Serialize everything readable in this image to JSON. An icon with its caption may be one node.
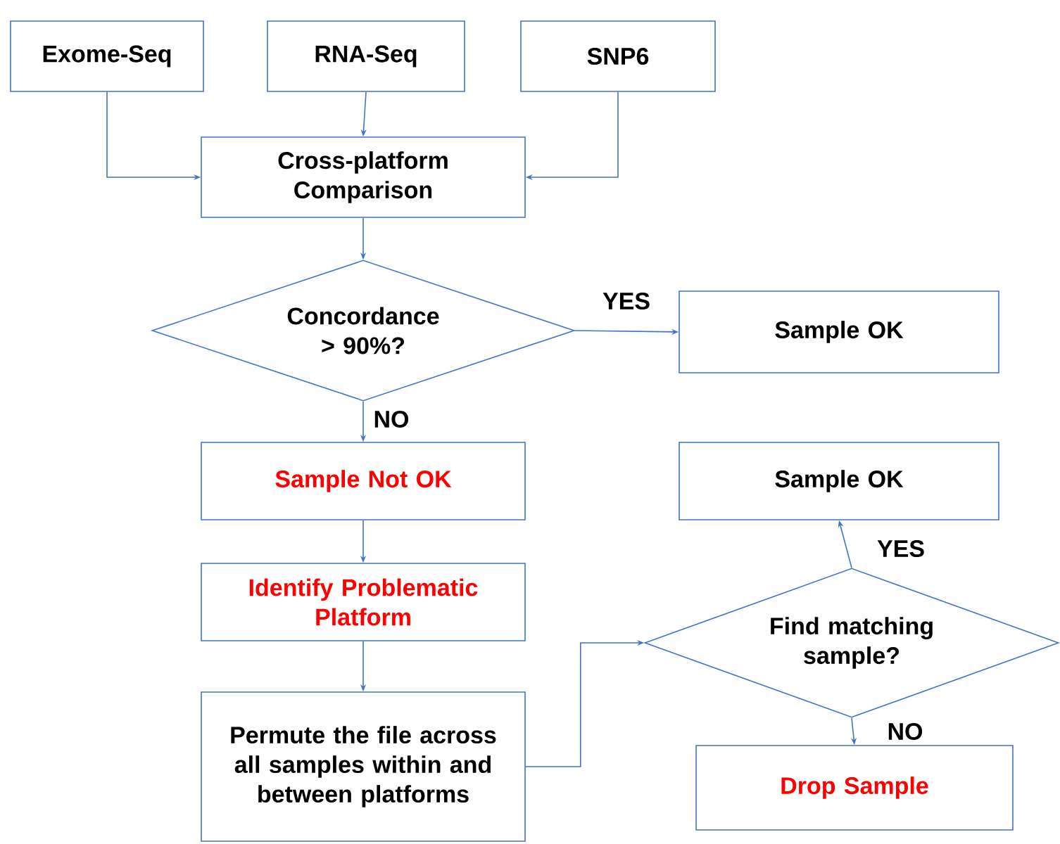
{
  "diagram": {
    "nodes": [
      {
        "text": [
          "Exome-Seq"
        ]
      },
      {
        "text": [
          "RNA-Seq"
        ]
      },
      {
        "text": [
          "SNP6"
        ]
      },
      {
        "text": [
          "Cross-platform Comparison"
        ]
      },
      {
        "text": [
          "Concordance > 90%?"
        ]
      },
      {
        "text": [
          "Sample OK"
        ]
      },
      {
        "text": [
          "Sample Not OK"
        ]
      },
      {
        "text": [
          "Identify Problematic Platform"
        ]
      },
      {
        "text": [
          "Permute the file across all samples within and between platforms"
        ]
      },
      {
        "text": [
          "Sample OK"
        ]
      },
      {
        "text": [
          "Find matching sample?"
        ]
      },
      {
        "text": [
          "Drop Sample"
        ]
      }
    ],
    "edges": [
      {
        "from": 0,
        "to": 3,
        "arrow": "to"
      },
      {
        "from": 1,
        "to": 3,
        "arrow": "to"
      },
      {
        "from": 2,
        "to": 3,
        "arrow": "to"
      },
      {
        "from": 3,
        "to": 4,
        "arrow": "to"
      },
      {
        "from": 4,
        "to": 5,
        "arrow": "to",
        "label": "YES"
      },
      {
        "from": 4,
        "to": 6,
        "arrow": "to",
        "label": "NO"
      },
      {
        "from": 6,
        "to": 7,
        "arrow": "to"
      },
      {
        "from": 7,
        "to": 8,
        "arrow": "to"
      },
      {
        "from": 8,
        "to": 10,
        "arrow": "to"
      },
      {
        "from": 10,
        "to": 9,
        "arrow": "to",
        "label": "YES"
      },
      {
        "from": 10,
        "to": 11,
        "arrow": "to",
        "label": "NO"
      }
    ]
  }
}
